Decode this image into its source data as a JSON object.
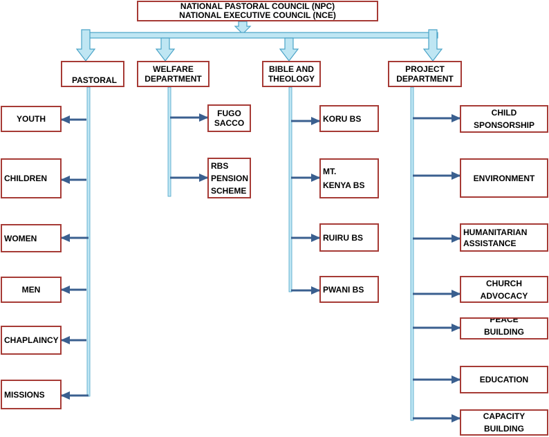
{
  "top": {
    "line1": "NATIONAL PASTORAL COUNCIL (NPC)",
    "line2": "NATIONAL EXECUTIVE COUNCIL (NCE)"
  },
  "departments": {
    "pastoral": "PASTORAL",
    "welfare": "WELFARE\nDEPARTMENT",
    "bible": "BIBLE AND\nTHEOLOGY",
    "project": "PROJECT\nDEPARTMENT"
  },
  "pastoral_items": [
    "YOUTH",
    "CHILDREN",
    "WOMEN",
    "MEN",
    "CHAPLAINCY",
    "MISSIONS"
  ],
  "welfare_items": [
    "FUGO\nSACCO",
    "RBS\nPENSION\nSCHEME"
  ],
  "bible_items": [
    "KORU BS",
    "MT.\nKENYA BS",
    "RUIRU BS",
    "PWANI BS"
  ],
  "project_items": [
    "CHILD\nSPONSORSHIP",
    "ENVIRONMENT",
    "HUMANITARIAN\nASSISTANCE",
    "CHURCH\nADVOCACY",
    "PEACE\nBUILDING",
    "EDUCATION",
    "CAPACITY\nBUILDING"
  ],
  "colors": {
    "box_border": "#a63a35",
    "arrow_fill": "#bfe6f3",
    "arrow_stroke": "#4aa3c7",
    "connector": "#3a5f8f"
  }
}
